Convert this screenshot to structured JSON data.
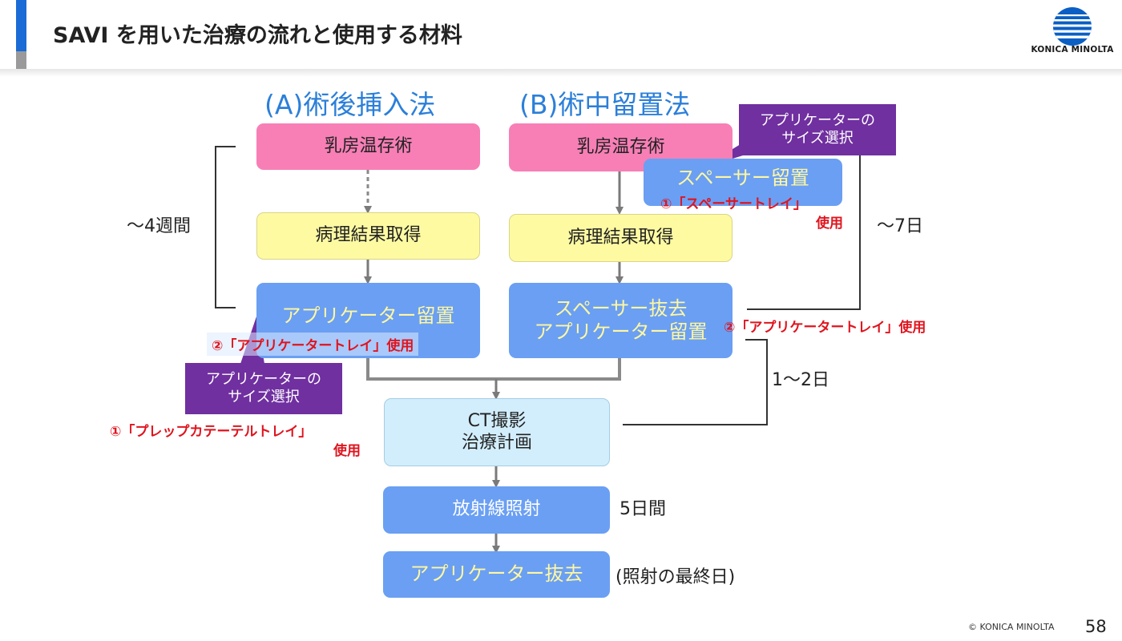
{
  "header": {
    "title": "SAVI を用いた治療の流れと使用する材料",
    "logo_text": "KONICA MINOLTA"
  },
  "columns": {
    "a_title": "(A)術後挿入法",
    "b_title": "(B)術中留置法"
  },
  "column_a": {
    "surgery": "乳房温存術",
    "pathology": "病理結果取得",
    "applicator_place": "アプリケーター留置",
    "tray_note": "②「アプリケータートレイ」使用",
    "callout_line1": "アプリケーターの",
    "callout_line2": "サイズ選択",
    "prep_note_line1": "①「プレップカテーテルトレイ」",
    "prep_note_line2": "使用",
    "duration": "～4週間"
  },
  "column_b": {
    "surgery": "乳房温存術",
    "spacer_place": "スペーサー留置",
    "spacer_note_line1": "①「スペーサートレイ」",
    "spacer_note_line2": "使用",
    "callout_line1": "アプリケーターの",
    "callout_line2": "サイズ選択",
    "pathology": "病理結果取得",
    "spacer_remove_line1": "スペーサー抜去",
    "spacer_remove_line2": "アプリケーター留置",
    "tray_note": "②「アプリケータートレイ」使用",
    "duration": "～7日",
    "duration_ct": "1～2日"
  },
  "common": {
    "ct_line1": "CT撮影",
    "ct_line2": "治療計画",
    "radiation": "放射線照射",
    "radiation_duration": "5日間",
    "removal": "アプリケーター抜去",
    "removal_note": "(照射の最終日)"
  },
  "footer": {
    "copyright": "© KONICA MINOLTA",
    "page": "58"
  },
  "colors": {
    "accent_blue": "#1a6bd6",
    "pink": "#f77fb6",
    "yellow": "#fdfaa2",
    "blue_box": "#6a9ff3",
    "light_blue_box": "#d2eefc",
    "purple": "#7030a0",
    "red_text": "#e0141e",
    "heading_blue": "#2b7fd9"
  }
}
